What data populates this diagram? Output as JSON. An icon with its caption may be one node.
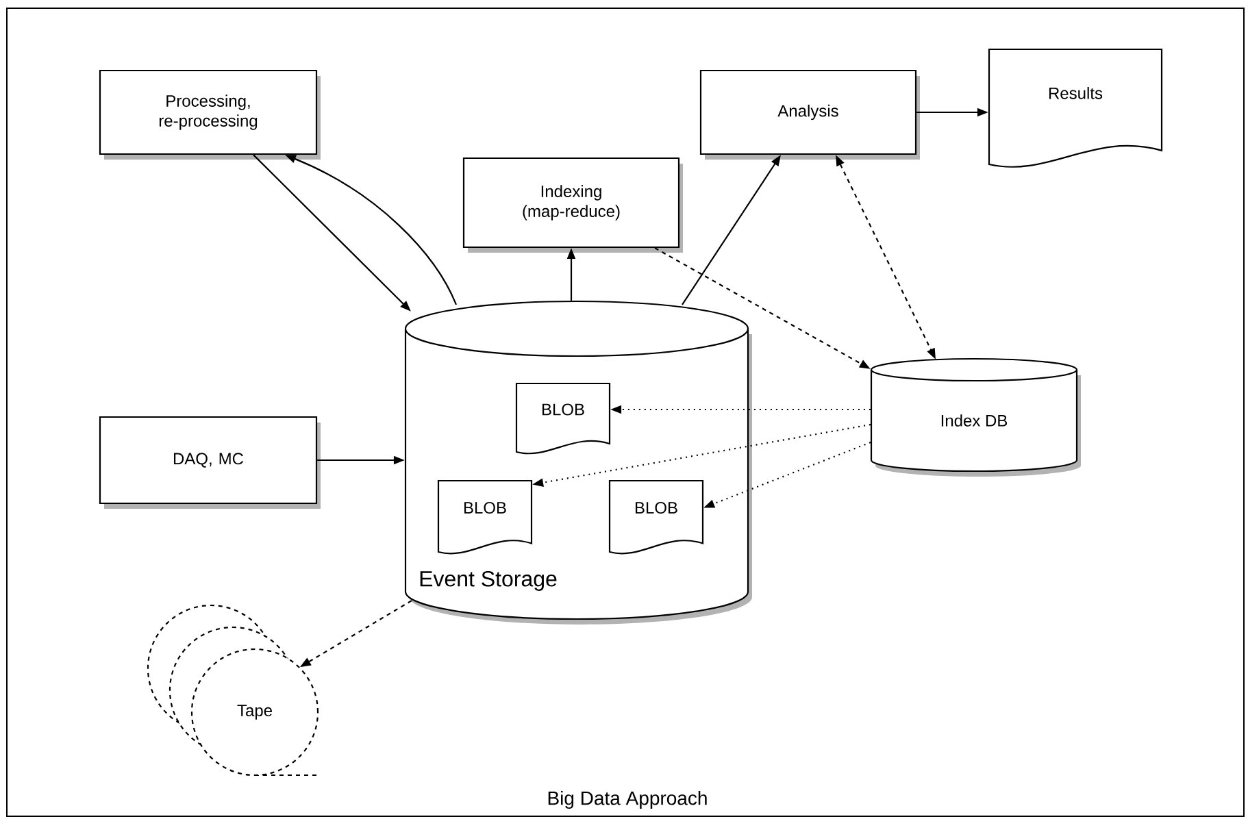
{
  "diagram": {
    "caption": "Big Data Approach",
    "nodes": [
      {
        "text": [
          "Processing, re-processing"
        ]
      },
      {
        "text": [
          "Indexing (map-reduce)"
        ]
      },
      {
        "text": [
          "Analysis"
        ]
      },
      {
        "text": [
          "Results"
        ]
      },
      {
        "text": [
          "Event Storage"
        ]
      },
      {
        "text": [
          "BLOB"
        ],
        "in": 4
      },
      {
        "text": [
          "BLOB"
        ],
        "in": 4
      },
      {
        "text": [
          "BLOB"
        ],
        "in": 4
      },
      {
        "text": [
          "Index DB"
        ]
      },
      {
        "text": [
          "DAQ, MC"
        ]
      },
      {
        "text": [
          "Tape"
        ]
      }
    ],
    "edges": [
      {
        "from": 0,
        "to": 4,
        "arrow": "to"
      },
      {
        "from": 4,
        "to": 0,
        "arrow": "to"
      },
      {
        "from": 4,
        "to": 1,
        "arrow": "to"
      },
      {
        "from": 4,
        "to": 2,
        "arrow": "to"
      },
      {
        "from": 2,
        "to": 3,
        "arrow": "to"
      },
      {
        "from": 1,
        "to": 8,
        "arrow": "to",
        "style": "dashed"
      },
      {
        "from": 2,
        "to": 8,
        "arrow": "both",
        "style": "dashed"
      },
      {
        "from": 9,
        "to": 4,
        "arrow": "to"
      },
      {
        "from": 8,
        "to": 5,
        "arrow": "to",
        "style": "dashed"
      },
      {
        "from": 8,
        "to": 6,
        "arrow": "to",
        "style": "dashed"
      },
      {
        "from": 8,
        "to": 7,
        "arrow": "to",
        "style": "dashed"
      },
      {
        "from": 4,
        "to": 10,
        "arrow": "to",
        "style": "dashed"
      }
    ]
  }
}
